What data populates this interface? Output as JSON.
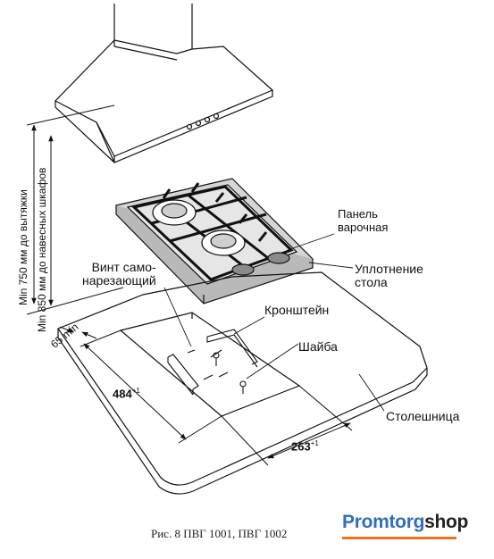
{
  "labels": {
    "panel": "Панель\nварочная",
    "seal": "Уплотнение\nстола",
    "bracket": "Кронштейн",
    "washer": "Шайба",
    "screw": "Винт само-\nнарезающий",
    "countertop": "Столешница"
  },
  "vertical_labels": {
    "hood_min": "Min 750 мм до вытяжки",
    "cabinet_min": "Min 850 мм до навесных шкафов"
  },
  "dimensions": {
    "width": "484",
    "width_tol": "+1",
    "depth": "263",
    "depth_tol": "+1",
    "edge_min": "65 min"
  },
  "caption": "Рис. 8    ПВГ 1001, ПВГ 1002",
  "logo": {
    "part1": "Promtorg",
    "part2": "shop",
    "accent": "#e87722",
    "primary": "#2f6fb8"
  }
}
